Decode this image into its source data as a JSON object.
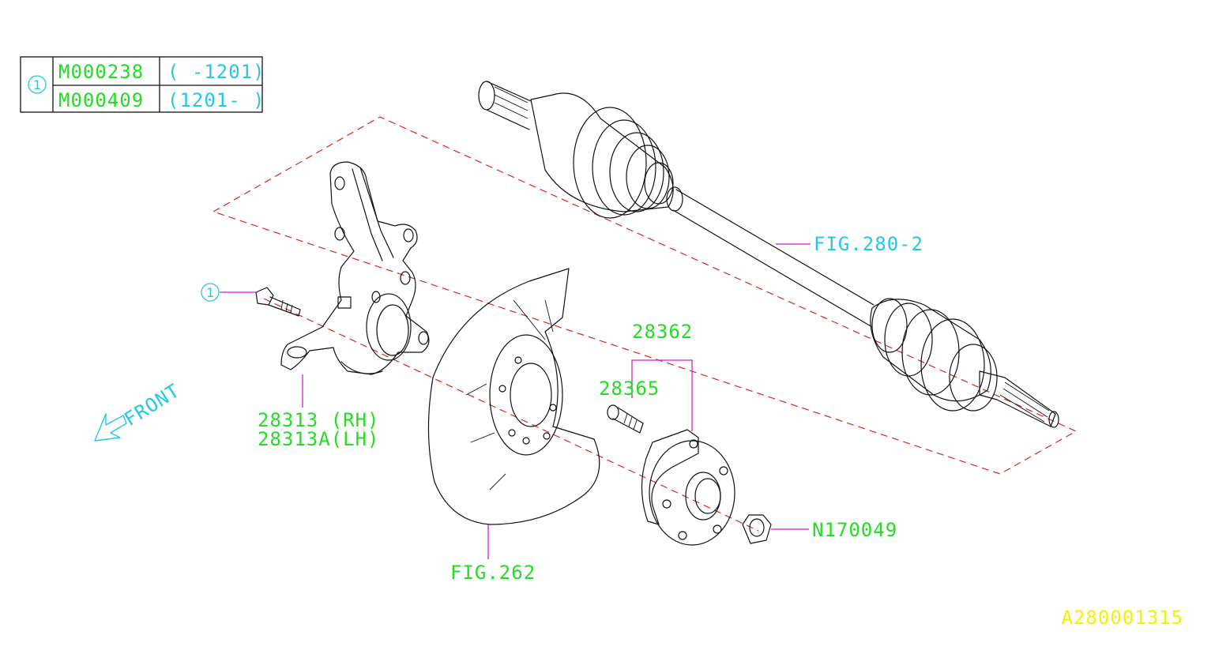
{
  "revision_table": {
    "ref": "1",
    "rows": [
      {
        "code": "M000238",
        "range": "( -1201)"
      },
      {
        "code": "M000409",
        "range": "(1201- )"
      }
    ]
  },
  "callouts": {
    "bolt_ref": "1",
    "drive_shaft": "FIG.280-2",
    "hub_assembly": "28362",
    "hub_bolt": "28365",
    "knuckle_rh": "28313 (RH)",
    "knuckle_lh": "28313A(LH)",
    "front": "FRONT",
    "back_plate": "FIG.262",
    "nut": "N170049"
  },
  "drawing_id": "A280001315",
  "colors": {
    "part_number": "#22dd22",
    "reference": "#22c8e6",
    "drawing_id": "#f2f200",
    "leader": "#cc22cc",
    "axis": "#dd2222"
  }
}
